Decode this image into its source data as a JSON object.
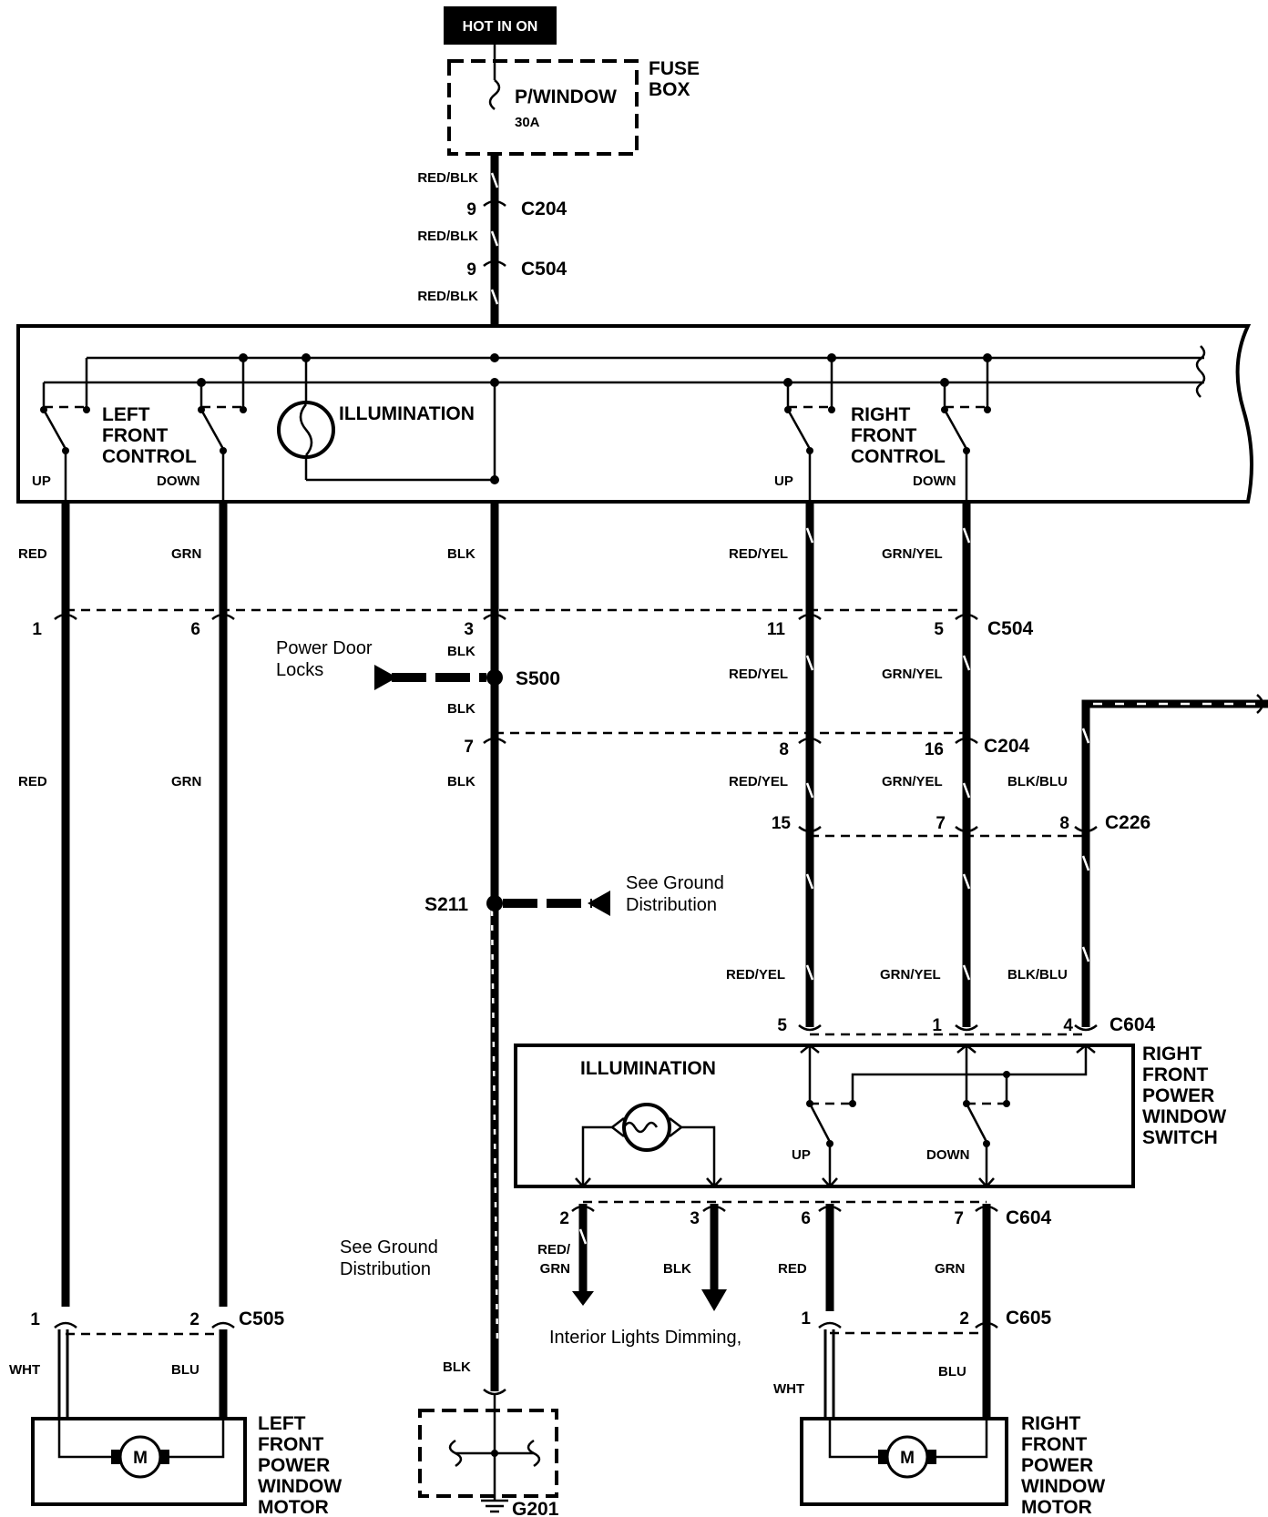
{
  "power": {
    "hot_label": "HOT IN ON"
  },
  "fuse_box": {
    "name": "P/WINDOW",
    "rating": "30A",
    "label_line1": "FUSE",
    "label_line2": "BOX"
  },
  "feed": {
    "wire1": "RED/BLK",
    "c204_pin": "9",
    "c204": "C204",
    "wire2": "RED/BLK",
    "c504_pin": "9",
    "c504": "C504",
    "wire3": "RED/BLK"
  },
  "master_switch": {
    "left_control": [
      "LEFT",
      "FRONT",
      "CONTROL"
    ],
    "right_control": [
      "RIGHT",
      "FRONT",
      "CONTROL"
    ],
    "illumination": "ILLUMINATION",
    "left_up": "UP",
    "left_down": "DOWN",
    "right_up": "UP",
    "right_down": "DOWN"
  },
  "wires_top": {
    "red": "RED",
    "grn": "GRN",
    "blk": "BLK",
    "red_yel": "RED/YEL",
    "grn_yel": "GRN/YEL"
  },
  "c504_row": {
    "p1": "1",
    "p6": "6",
    "p3": "3",
    "p11": "11",
    "p5": "5",
    "name": "C504"
  },
  "s500": {
    "blk_upper": "BLK",
    "blk_lower": "BLK",
    "name": "S500",
    "pdl_line1": "Power Door",
    "pdl_line2": "Locks",
    "red_yel": "RED/YEL",
    "grn_yel": "GRN/YEL"
  },
  "c204_row": {
    "p7": "7",
    "p8": "8",
    "p16": "16",
    "name": "C204"
  },
  "mid_wires": {
    "red": "RED",
    "grn": "GRN",
    "blk": "BLK",
    "red_yel": "RED/YEL",
    "grn_yel": "GRN/YEL",
    "blk_blu": "BLK/BLU"
  },
  "c226_row": {
    "p15": "15",
    "p7": "7",
    "p8": "8",
    "name": "C226"
  },
  "s211": {
    "name": "S211",
    "see_line1": "See Ground",
    "see_line2": "Distribution"
  },
  "c604_top": {
    "red_yel": "RED/YEL",
    "grn_yel": "GRN/YEL",
    "blk_blu": "BLK/BLU",
    "p5": "5",
    "p1": "1",
    "p4": "4",
    "name": "C604"
  },
  "rf_switch": {
    "illumination": "ILLUMINATION",
    "up": "UP",
    "down": "DOWN",
    "label": [
      "RIGHT",
      "FRONT",
      "POWER",
      "WINDOW",
      "SWITCH"
    ]
  },
  "c604_bottom": {
    "p2": "2",
    "p3": "3",
    "p6": "6",
    "p7": "7",
    "name": "C604",
    "w2_line1": "RED/",
    "w2_line2": "GRN",
    "w3": "BLK",
    "w6": "RED",
    "w7": "GRN",
    "dimming": "Interior Lights Dimming,"
  },
  "ground_left": {
    "line1": "See Ground",
    "line2": "Distribution"
  },
  "c505": {
    "p1": "1",
    "p2": "2",
    "name": "C505",
    "wht": "WHT",
    "blu": "BLU"
  },
  "c605": {
    "p1": "1",
    "p2": "2",
    "name": "C605",
    "wht": "WHT",
    "blu": "BLU"
  },
  "ground": {
    "blk": "BLK",
    "name": "G201"
  },
  "motors": {
    "symbol": "M",
    "left": [
      "LEFT",
      "FRONT",
      "POWER",
      "WINDOW",
      "MOTOR"
    ],
    "right": [
      "RIGHT",
      "FRONT",
      "POWER",
      "WINDOW",
      "MOTOR"
    ]
  }
}
